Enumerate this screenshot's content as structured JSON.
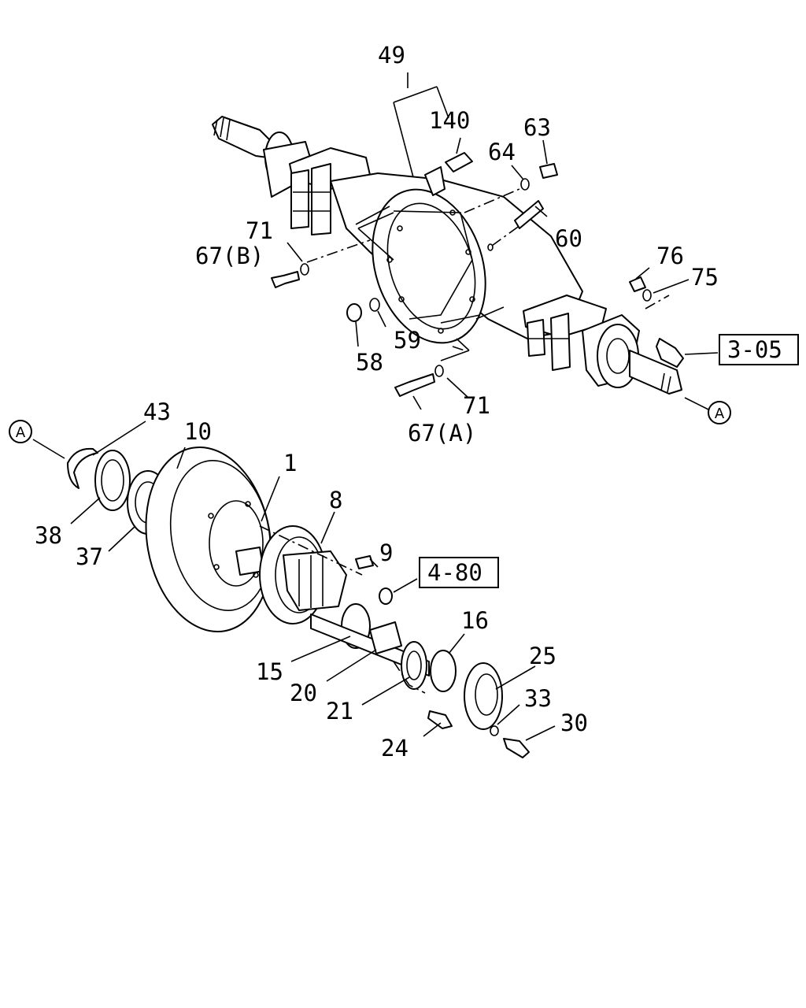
{
  "labels": {
    "l1": "1",
    "l8": "8",
    "l9": "9",
    "l10": "10",
    "l15": "15",
    "l16": "16",
    "l20": "20",
    "l21": "21",
    "l24": "24",
    "l25": "25",
    "l30": "30",
    "l33": "33",
    "l37": "37",
    "l38": "38",
    "l43": "43",
    "l49": "49",
    "l58": "58",
    "l59": "59",
    "l60": "60",
    "l63": "63",
    "l64": "64",
    "l67a": "67(A)",
    "l67b": "67(B)",
    "l71a": "71",
    "l71b": "71",
    "l75": "75",
    "l76": "76",
    "l140": "140"
  },
  "refs": {
    "r305": "3-05",
    "r480": "4-80"
  },
  "markers": {
    "a1": "A",
    "a2": "A"
  }
}
